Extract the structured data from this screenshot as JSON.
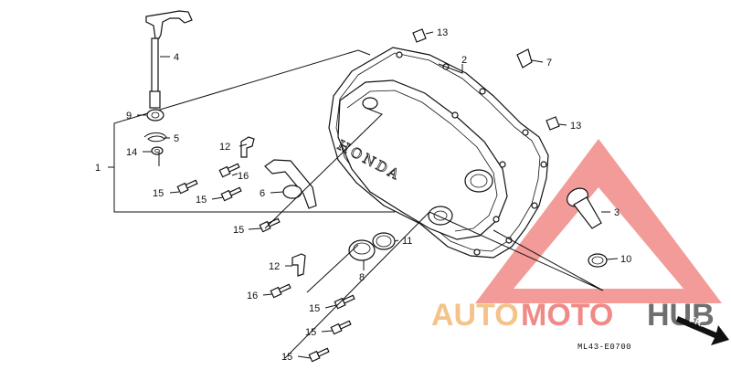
{
  "diagram_code": "ML43-E0700",
  "brand_lettering": "HONDA",
  "direction_label": "FR.",
  "watermark": {
    "part1": "AUTO",
    "part2": "MOTO",
    "part3": "HUB",
    "colors": {
      "part1": "#f4c38a",
      "part2": "#f08a86",
      "part3": "#6f6f6f",
      "triangle": "#f08a86"
    }
  },
  "callouts": {
    "c1": "1",
    "c2": "2",
    "c3": "3",
    "c4": "4",
    "c5": "5",
    "c6": "6",
    "c7": "7",
    "c8": "8",
    "c9": "9",
    "c10": "10",
    "c11": "11",
    "c12a": "12",
    "c12b": "12",
    "c13a": "13",
    "c13b": "13",
    "c14": "14",
    "c15a": "15",
    "c15b": "15",
    "c15c": "15",
    "c15d": "15",
    "c15e": "15",
    "c15f": "15",
    "c16a": "16",
    "c16b": "16"
  }
}
